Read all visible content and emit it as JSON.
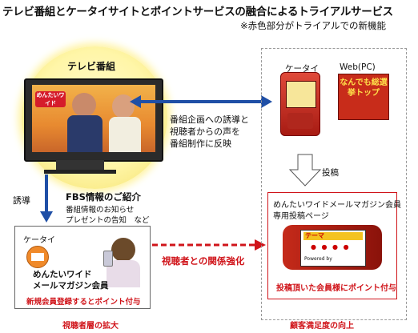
{
  "title": "テレビ番組とケータイサイトとポイントサービスの融合によるトライアルサービス",
  "note": "※赤色部分がトライアルでの新機能",
  "tv": {
    "label": "テレビ番組",
    "screen_logo": "めんたいワイド"
  },
  "center": {
    "line1": "番組企画への誘導と",
    "line2": "視聴者からの声を",
    "line3": "番組制作に反映"
  },
  "right_top": {
    "keitai_label": "ケータイ",
    "web_label": "Web(PC)",
    "web_banner": "なんでも総選挙トップ",
    "post_label": "投稿"
  },
  "left": {
    "yudo": "誘導",
    "fbs_title": "FBS情報のご紹介",
    "fbs_item1": "番組情報のお知らせ",
    "fbs_item2": "プレゼントの告知　など",
    "box_keitai": "ケータイ",
    "member_line1": "めんたいワイド",
    "member_line2": "メールマガジン会員",
    "red_note": "新規会員登録するとポイント付与",
    "bottom": "視聴者層の拡大"
  },
  "middle": {
    "relation": "視聴者との関係強化"
  },
  "right_bottom": {
    "title1": "めんたいワイドメールマガジン会員",
    "title2": "専用投稿ページ",
    "phone_theme": "テーマ",
    "powered": "Powered by",
    "red_note": "投稿頂いた会員様にポイント付与",
    "bottom": "顧客満足度の向上"
  },
  "colors": {
    "accent_red": "#d0141a",
    "blue_arrow": "#1f4fa6",
    "tv_glow": "#fff3a0"
  }
}
